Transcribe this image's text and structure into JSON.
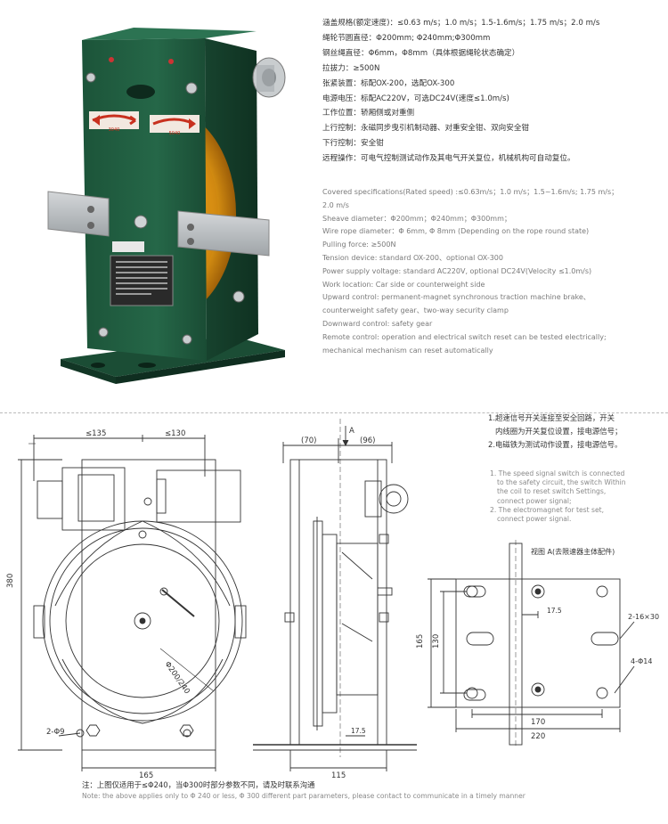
{
  "spec_cn": [
    "涵盖规格(额定速度)：≤0.63 m/s；1.0 m/s；1.5-1.6m/s；1.75 m/s；2.0 m/s",
    "绳轮节圆直径：Φ200mm; Φ240mm;Φ300mm",
    "钢丝绳直径：Φ6mm，Φ8mm（具体根据绳轮状态确定）",
    "拉拔力：≥500N",
    "张紧装置：标配OX-200，选配OX-300",
    "电源电压：标配AC220V，可选DC24V(速度≤1.0m/s)",
    "工作位置：轿厢侧或对重侧",
    "上行控制：永磁同步曳引机制动器、对重安全钳、双向安全钳",
    "下行控制：安全钳",
    "远程操作：可电气控制测试动作及其电气开关复位，机械机构可自动复位。"
  ],
  "spec_en": [
    "Covered specifications(Rated speed) :≤0.63m/s；1.0 m/s；1.5~1.6m/s; 1.75 m/s；",
    "2.0 m/s",
    "Sheave diameter：Φ200mm；Φ240mm；Φ300mm；",
    "Wire rope diameter：Φ 6mm, Φ 8mm (Depending on the rope round state)",
    "Pulling force: ≥500N",
    "Tension device: standard OX-200、optional OX-300",
    "Power supply voltage: standard AC220V, optional DC24V(Velocity ≤1.0m/s)",
    "Work location: Car side or counterweight  side",
    "Upward control:  permanent-magnet synchronous traction machine brake、",
    "counterweight safety gear、two-way security clamp",
    "Downward control: safety gear",
    "Remote control: operation and electrical switch reset can be tested electrically;",
    "mechanical mechanism can reset automatically"
  ],
  "photo": {
    "arrow_label_left": "3040",
    "arrow_label_right": "5040"
  },
  "notes_cn": [
    "1.超速信号开关连接至安全回路，开关",
    "内线圈为开关复位设置，接电源信号；",
    "2.电磁铁为测试动作设置，接电源信号。"
  ],
  "notes_en": [
    "1. The speed signal switch is connected",
    "to the safety circuit, the switch Within",
    "the coil to reset switch Settings,",
    "connect power signal;",
    "2. The electromagnet for test set,",
    "connect power signal."
  ],
  "view_a_title": "视图 A(去限速器主体配件)",
  "dims": {
    "front_top_left": "≤135",
    "front_top_right": "≤130",
    "front_height": "380",
    "front_bottom": "165",
    "front_hole": "2-Φ9",
    "sheave_dia": "Φ200/240",
    "side_top_left": "(70)",
    "side_top_right": "(96)",
    "side_arrow": "A",
    "side_bottom_small": "17.5",
    "side_bottom": "115",
    "va_165": "165",
    "va_130": "130",
    "va_175": "17.5",
    "va_slot": "2-16×30",
    "va_holes": "4-Φ14",
    "va_170": "170",
    "va_220": "220"
  },
  "footer_cn": "注：上图仅适用于≤Φ240，当Φ300时部分参数不同，请及时联系沟通",
  "footer_en": "Note: the above applies only to Φ 240 or less, Φ 300 different part parameters, please contact to communicate in a timely manner",
  "colors": {
    "housing_green": "#1f5a40",
    "sheave_orange": "#e39a14",
    "bracket_silver": "#b8bcbf",
    "arrow_red": "#c8301e",
    "text_dark": "#333333",
    "text_grey": "#7a7a7a"
  }
}
